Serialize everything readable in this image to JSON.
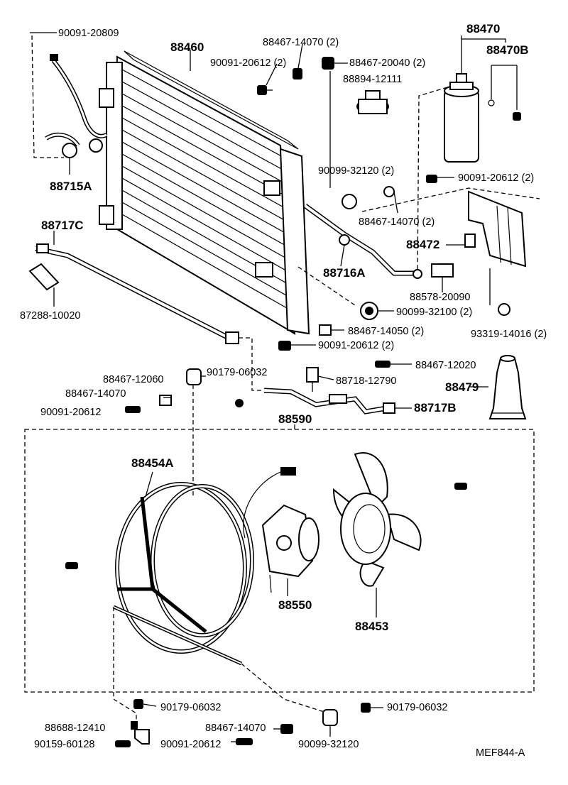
{
  "diagram_code": "MEF844-A",
  "callouts": {
    "p_90091_20809": "90091-20809",
    "p_88460": "88460",
    "p_88467_14070_2a": "88467-14070 (2)",
    "p_90091_20612_2a": "90091-20612 (2)",
    "p_88467_20040_2": "88467-20040 (2)",
    "p_88894_12111": "88894-12111",
    "p_88470": "88470",
    "p_88470B": "88470B",
    "p_88715A": "88715A",
    "p_90099_32120_2": "90099-32120 (2)",
    "p_90091_20612_2b": "90091-20612 (2)",
    "p_88467_14070_2b": "88467-14070 (2)",
    "p_88717C": "88717C",
    "p_88472": "88472",
    "p_88716A": "88716A",
    "p_88578_20090": "88578-20090",
    "p_87288_10020": "87288-10020",
    "p_90099_32100_2": "90099-32100 (2)",
    "p_88467_14050_2": "88467-14050 (2)",
    "p_93319_14016_2": "93319-14016 (2)",
    "p_90091_20612_2c": "90091-20612 (2)",
    "p_88467_12060": "88467-12060",
    "p_90179_06032a": "90179-06032",
    "p_88718_12790": "88718-12790",
    "p_88467_12020": "88467-12020",
    "p_88479": "88479",
    "p_88467_14070a": "88467-14070",
    "p_90091_20612a": "90091-20612",
    "p_88717B": "88717B",
    "p_88590": "88590",
    "p_88454A": "88454A",
    "p_88550": "88550",
    "p_88453": "88453",
    "p_90179_06032b": "90179-06032",
    "p_90179_06032c": "90179-06032",
    "p_88688_12410": "88688-12410",
    "p_88467_14070b": "88467-14070",
    "p_90159_60128": "90159-60128",
    "p_90091_20612b": "90091-20612",
    "p_90099_32120": "90099-32120"
  }
}
